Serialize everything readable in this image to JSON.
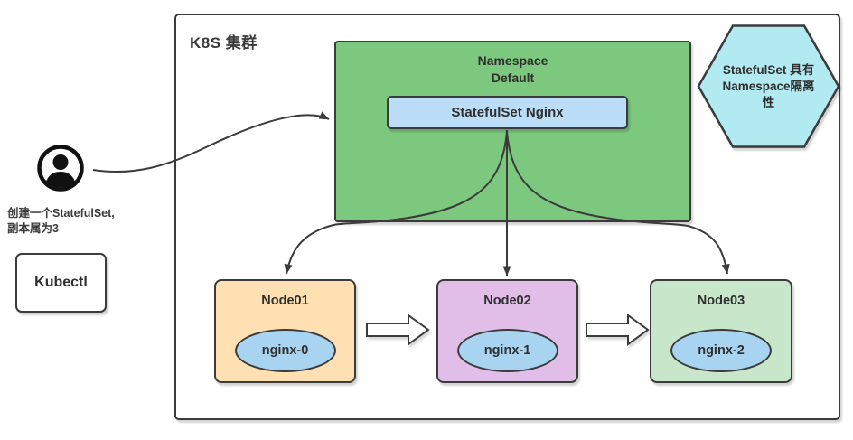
{
  "cluster": {
    "title": "K8S 集群"
  },
  "namespace": {
    "title_lines": [
      "Namespace",
      "Default"
    ],
    "fill": "#7CC87E",
    "statefulset_label": "StatefulSet Nginx",
    "statefulset_fill": "#BBDDF8"
  },
  "hexagon": {
    "lines": [
      "StatefulSet 具有",
      "Namespace隔离",
      "性"
    ],
    "fill": "#B2EAF2"
  },
  "actor": {
    "caption_lines": [
      "创建一个StatefulSet,",
      "副本属为3"
    ],
    "tool_label": "Kubectl"
  },
  "nodes": [
    {
      "label": "Node01",
      "pod": "nginx-0",
      "fill": "#FFE0B2"
    },
    {
      "label": "Node02",
      "pod": "nginx-1",
      "fill": "#E1BEE7"
    },
    {
      "label": "Node03",
      "pod": "nginx-2",
      "fill": "#C8E6C9"
    }
  ],
  "pod_fill": "#A9D4F1",
  "colors": {
    "border": "#3B3B3B",
    "connector": "#3B3B3B",
    "block_arrow_fill": "#FFFFFF"
  }
}
